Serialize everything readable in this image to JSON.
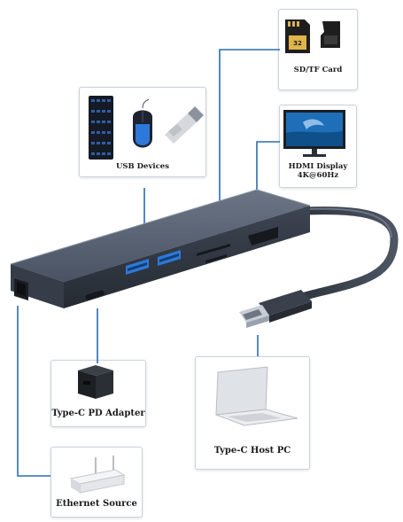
{
  "labels": {
    "sd_tf_card": "SD/TF Card",
    "usb_devices": "USB Devices",
    "hdmi_display_line1": "HDMI Display",
    "hdmi_display_line2": "4K@60Hz",
    "type_c_pd_adapter": "Type-C PD Adapter",
    "type_c_host_pc": "Type-C Host PC",
    "ethernet_source": "Ethernet Source"
  },
  "product_text": {
    "sd_card_capacity": "32"
  },
  "colors": {
    "connector_line": "#2a6db5",
    "hub_body": "#4b5566",
    "hub_dark": "#2b313b",
    "usb_port_blue": "#2d78d8",
    "card_border": "#c9d3e0"
  }
}
